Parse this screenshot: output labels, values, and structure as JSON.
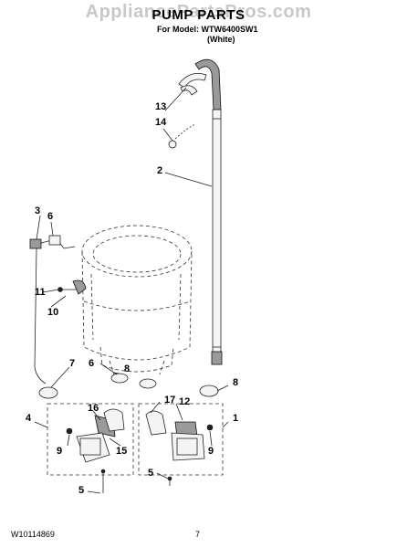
{
  "header": {
    "watermark": "AppliancePartsPros.com",
    "title": "PUMP PARTS",
    "model_line": "For Model: WTW6400SW1",
    "color_line": "(White)"
  },
  "footer": {
    "doc_number": "W10114869",
    "page_number": "7"
  },
  "callouts": [
    "13",
    "14",
    "2",
    "3",
    "6",
    "11",
    "10",
    "7",
    "6",
    "8",
    "8",
    "17",
    "12",
    "16",
    "4",
    "9",
    "15",
    "1",
    "9",
    "5",
    "5"
  ]
}
